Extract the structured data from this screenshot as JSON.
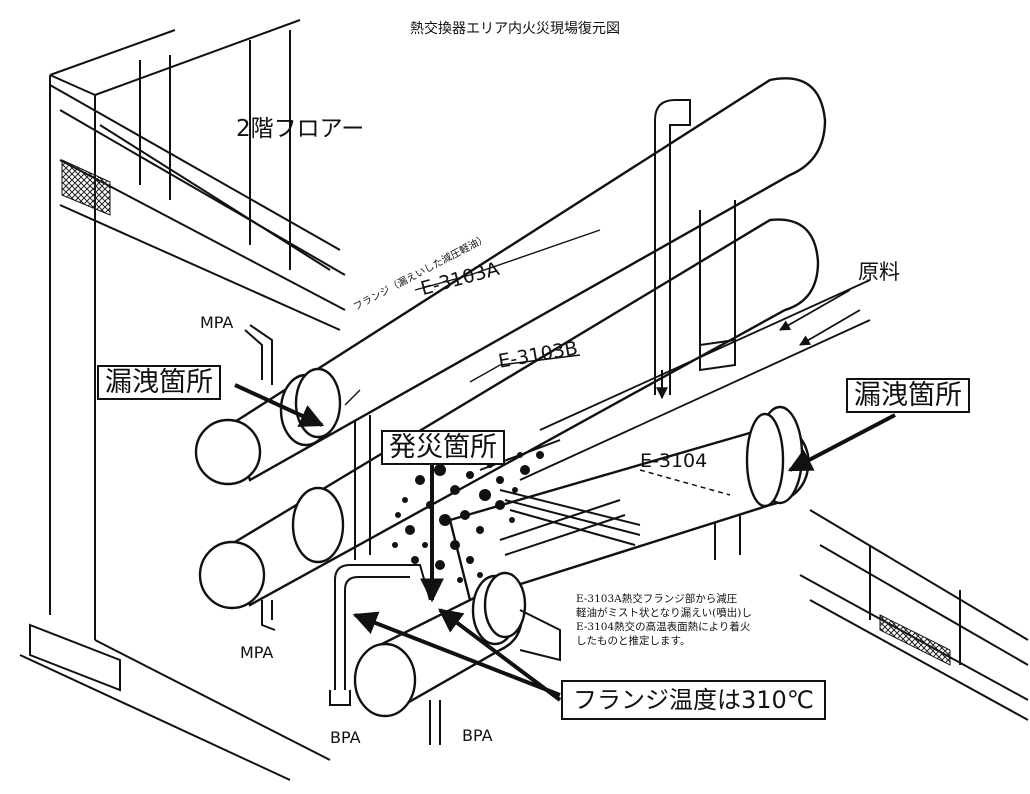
{
  "title": "熱交換器エリア内火災現場復元図",
  "floor_label": "2階フロアー",
  "equipment": {
    "e3103a": "E-3103A",
    "e3103b": "E-3103B",
    "e3104": "E-3104"
  },
  "feed_label": "原料",
  "pumparound": {
    "mpa_top": "MPA",
    "mpa_bottom": "MPA",
    "bpa_left": "BPA",
    "bpa_right": "BPA"
  },
  "flange_annotation": "フランジ（漏えいした減圧軽油）",
  "callouts": {
    "leak_left": "漏洩箇所",
    "leak_right": "漏洩箇所",
    "fire_point": "発災箇所",
    "flange_temp": "フランジ温度は310℃"
  },
  "explanation_lines": [
    "E-3103A熱交フランジ部から減圧",
    "軽油がミスト状となり漏えい(噴出)し",
    "E-3104熱交の高温表面熱により着火",
    "したものと推定します。"
  ]
}
